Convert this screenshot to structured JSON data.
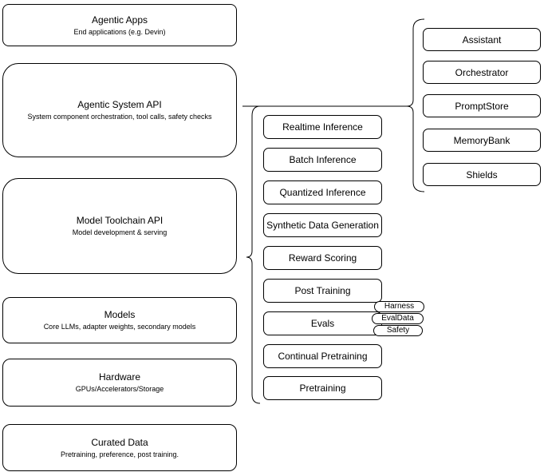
{
  "layers": [
    {
      "title": "Agentic Apps",
      "subtitle": "End applications (e.g. Devin)"
    },
    {
      "title": "Agentic System API",
      "subtitle": "System component orchestration, tool calls, safety checks"
    },
    {
      "title": "Model Toolchain API",
      "subtitle": "Model development & serving"
    },
    {
      "title": "Models",
      "subtitle": "Core LLMs, adapter weights, secondary models"
    },
    {
      "title": "Hardware",
      "subtitle": "GPUs/Accelerators/Storage"
    },
    {
      "title": "Curated Data",
      "subtitle": "Pretraining, preference, post training."
    }
  ],
  "toolchain_components": [
    "Realtime Inference",
    "Batch Inference",
    "Quantized Inference",
    "Synthetic Data Generation",
    "Reward Scoring",
    "Post Training",
    "Evals",
    "Continual Pretraining",
    "Pretraining"
  ],
  "eval_tags": [
    "Harness",
    "EvalData",
    "Safety"
  ],
  "system_components": [
    "Assistant",
    "Orchestrator",
    "PromptStore",
    "MemoryBank",
    "Shields"
  ],
  "colors": {
    "stroke": "#000000",
    "background": "#ffffff",
    "text": "#000000"
  }
}
